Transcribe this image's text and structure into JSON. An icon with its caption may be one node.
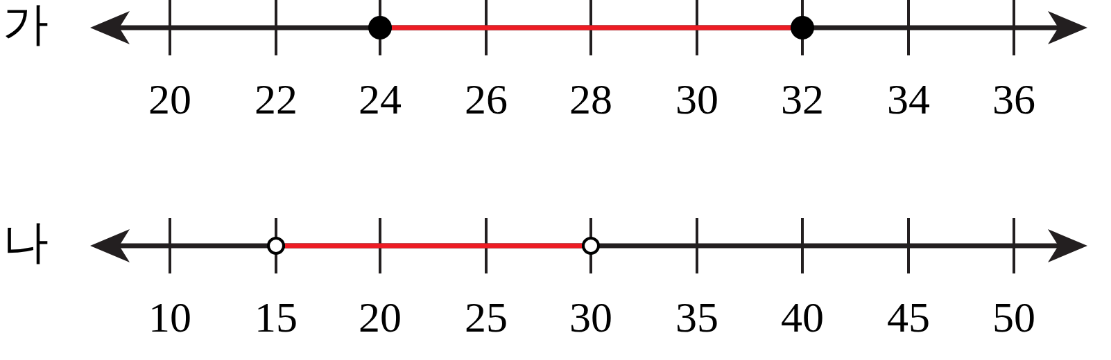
{
  "diagram": {
    "nodes": [
      {
        "text": [],
        "shape": "dot"
      },
      {
        "text": [],
        "shape": "dot"
      },
      {
        "text": [],
        "shape": "circle"
      },
      {
        "text": [],
        "shape": "circle"
      }
    ],
    "edges": [
      {
        "from": 0,
        "to": 1,
        "arrow": "none"
      },
      {
        "from": 2,
        "to": 3,
        "arrow": "none"
      }
    ],
    "labels": [
      "가",
      "20",
      "22",
      "24",
      "26",
      "28",
      "30",
      "32",
      "34",
      "36",
      "나",
      "10",
      "15",
      "20",
      "25",
      "30",
      "35",
      "40",
      "45",
      "50"
    ]
  }
}
